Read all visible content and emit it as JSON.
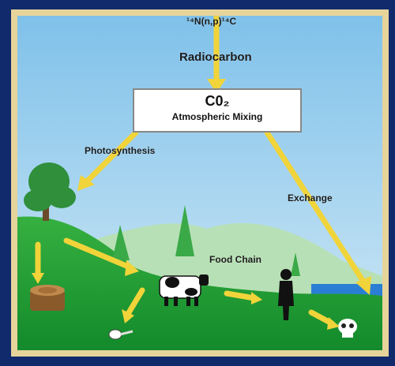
{
  "diagram": {
    "top_formula": "¹⁴N(n,p)¹⁴C",
    "radiocarbon": "Radiocarbon",
    "co2_title": "C0₂",
    "co2_subtitle": "Atmospheric Mixing",
    "photosynthesis": "Photosynthesis",
    "exchange": "Exchange",
    "food_chain": "Food Chain"
  },
  "colors": {
    "sky": "#a9d6ee",
    "grass": "#1f9a2d",
    "arrow": "#f1d43a",
    "frame": "#102a6c",
    "border": "#e7d49a"
  }
}
